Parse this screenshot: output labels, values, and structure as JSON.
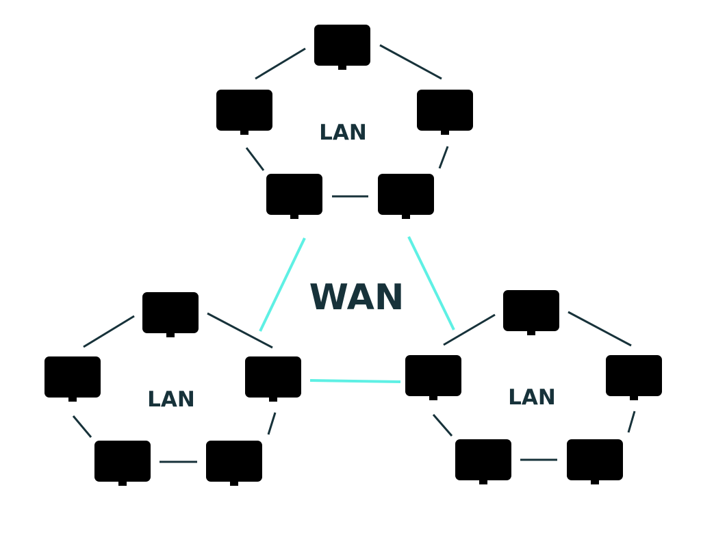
{
  "colors": {
    "ink": "#17323a",
    "wan_link": "#5ef0e4",
    "background": "#ffffff"
  },
  "labels": {
    "wan": "WAN",
    "lan_top": "LAN",
    "lan_left": "LAN",
    "lan_right": "LAN"
  },
  "icons": {
    "node": "computer-monitor-icon"
  }
}
